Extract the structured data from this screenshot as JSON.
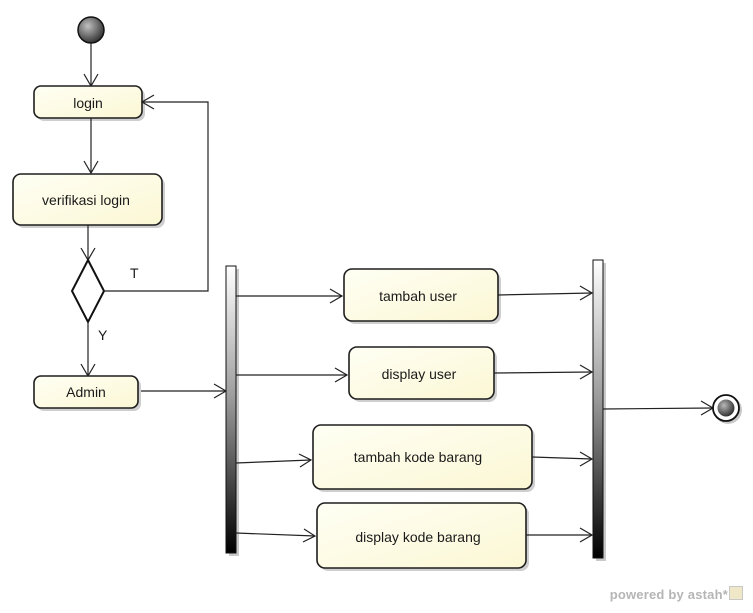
{
  "nodes": {
    "login": "login",
    "verifikasi": "verifikasi login",
    "admin": "Admin",
    "tambah_user": "tambah user",
    "display_user": "display user",
    "tambah_kode": "tambah kode barang",
    "display_kode": "display kode barang"
  },
  "guards": {
    "false_label": "T",
    "true_label": "Y"
  },
  "watermark": {
    "text": "powered by astah*"
  },
  "colors": {
    "node_fill": "#fffde2",
    "node_stroke": "#1e1e1e",
    "shadow": "#c9c9c9",
    "line": "#222222"
  }
}
